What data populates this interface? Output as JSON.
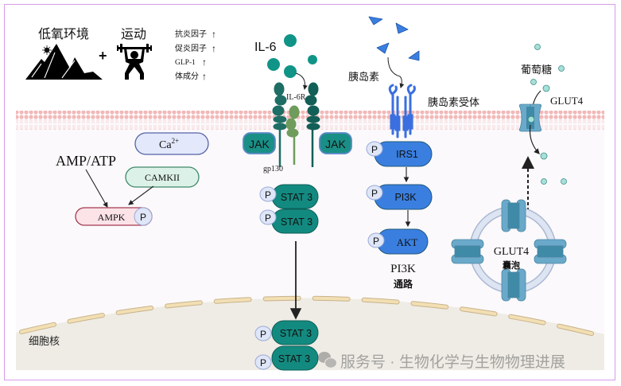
{
  "title_left": {
    "hypoxia_label": "低氧环境",
    "plus": "+",
    "exercise_label": "运动",
    "effects": [
      {
        "label": "抗炎因子",
        "arrow": "↑"
      },
      {
        "label": "促炎因子",
        "arrow": "↑"
      },
      {
        "label": "GLP-1",
        "arrow": "↑"
      },
      {
        "label": "体成分",
        "arrow": "↑"
      }
    ]
  },
  "ampk_pathway": {
    "ratio_label": "AMP/ATP",
    "calcium_label": "Ca",
    "calcium_superscript": "2+",
    "camkii_label": "CAMKII",
    "ampk_label": "AMPK",
    "phospho": "P"
  },
  "il6_pathway": {
    "ligand_label": "IL-6",
    "receptor_label": "IL-6R",
    "jak_left": "JAK",
    "jak_right": "JAK",
    "gp130_label": "gp130",
    "stat_cytoplasm": [
      "STAT 3",
      "STAT 3"
    ],
    "stat_nucleus": [
      "STAT 3",
      "STAT 3"
    ],
    "phospho": "P"
  },
  "insulin_pathway": {
    "ligand_label": "胰岛素",
    "receptor_label": "胰岛素受体",
    "nodes": [
      "IRS1",
      "PI3K",
      "AKT"
    ],
    "phospho": "P",
    "pathway_label_line1": "PI3K",
    "pathway_label_line2": "通路"
  },
  "glucose_pathway": {
    "glucose_label": "葡萄糖",
    "transporter_label": "GLUT4",
    "vesicle_label_line1": "GLUT4",
    "vesicle_label_line2": "囊泡"
  },
  "nucleus_label": "细胞核",
  "watermark": "服务号 · 生物化学与生物物理进展",
  "colors": {
    "frame": "#d79be8",
    "membrane_head": "#f2b9b9",
    "cytoplasm": "#fbf9fb",
    "nucleus": "#efece5",
    "nuclear_envelope": "#f2dfb4",
    "stat_teal": "#138a80",
    "jak_teal": "#1a8f86",
    "insulin_blue": "#3a7fe0",
    "glut_blue": "#5a9dbd",
    "phospho_fill": "#dfe6f8",
    "ampk_fill": "#fbe3e8",
    "ampk_stroke": "#a33a52",
    "calcium_fill": "#e3e8fb",
    "calcium_stroke": "#5662a8",
    "camkii_fill": "#dcf1e8",
    "camkii_stroke": "#3f8a6a",
    "glucose_dot": "#a6e0d8"
  }
}
